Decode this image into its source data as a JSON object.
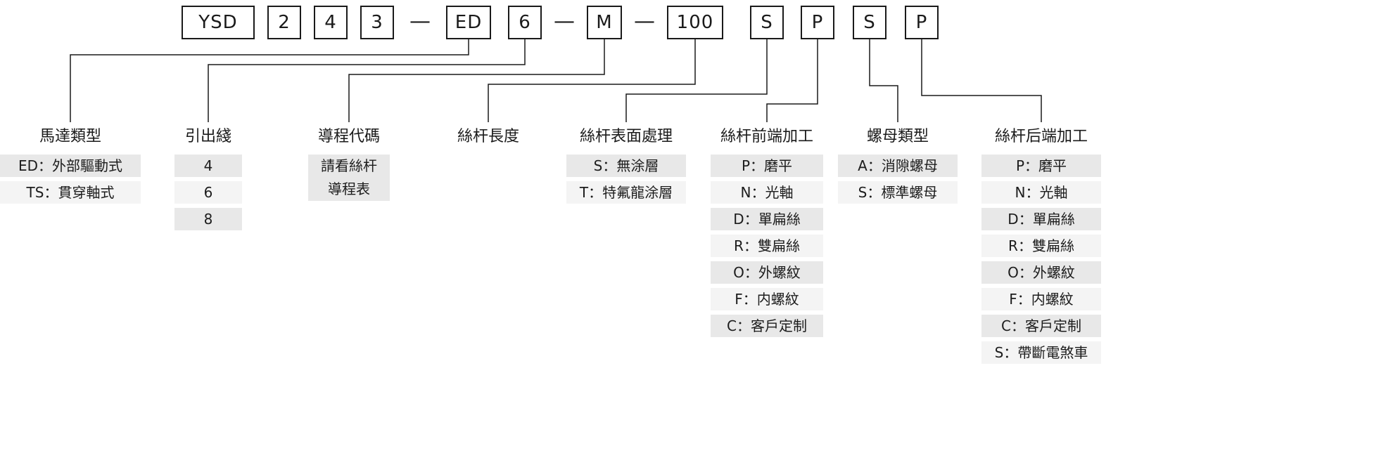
{
  "model_code": {
    "boxes": [
      "YSD",
      "2",
      "4",
      "3",
      "ED",
      "6",
      "M",
      "100",
      "S",
      "P",
      "S",
      "P"
    ],
    "separator": "—"
  },
  "columns": [
    {
      "title": "馬達類型",
      "options": [
        "ED：外部驅動式",
        "TS：貫穿軸式"
      ]
    },
    {
      "title": "引出綫",
      "options": [
        "4",
        "6",
        "8"
      ]
    },
    {
      "title": "導程代碼",
      "note_lines": [
        "請看絲杆",
        "導程表"
      ]
    },
    {
      "title": "絲杆長度",
      "options": []
    },
    {
      "title": "絲杆表面處理",
      "options": [
        "S：無涂層",
        "T：特氟龍涂層"
      ]
    },
    {
      "title": "絲杆前端加工",
      "options": [
        "P：磨平",
        "N：光軸",
        "D：單扁絲",
        "R：雙扁絲",
        "O：外螺紋",
        "F：内螺紋",
        "C：客戶定制"
      ]
    },
    {
      "title": "螺母類型",
      "options": [
        "A：消隙螺母",
        "S：標準螺母"
      ]
    },
    {
      "title": "絲杆后端加工",
      "options": [
        "P：磨平",
        "N：光軸",
        "D：單扁絲",
        "R：雙扁絲",
        "O：外螺紋",
        "F：内螺紋",
        "C：客戶定制",
        "S：帶斷電煞車"
      ]
    }
  ],
  "colors": {
    "cell_odd": "#e8e8e8",
    "cell_even": "#f4f4f4",
    "line": "#1a1a1a",
    "box_border": "#1a1a1a"
  }
}
